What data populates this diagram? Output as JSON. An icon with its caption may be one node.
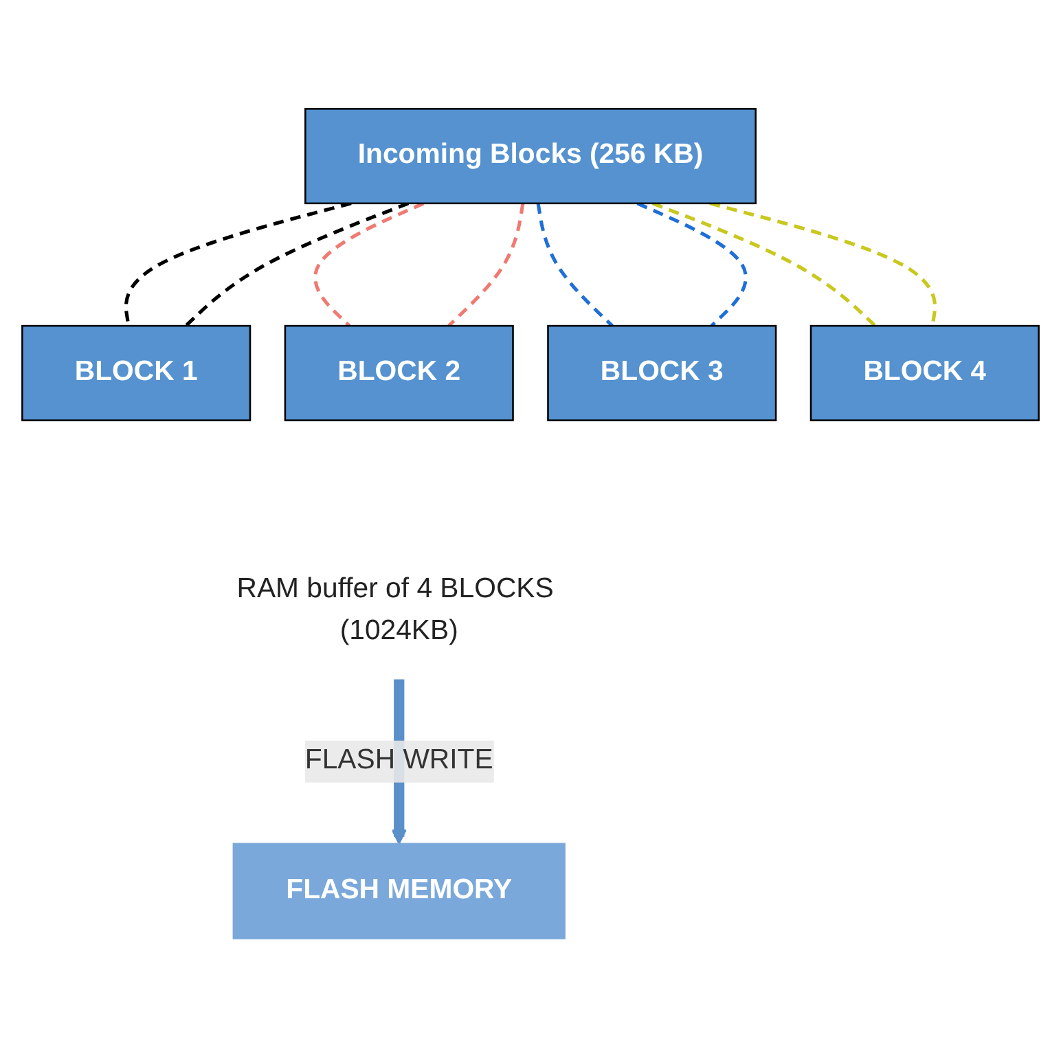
{
  "diagram": {
    "nodes": [
      {
        "text": [
          "Incoming Blocks (256 KB)"
        ]
      },
      {
        "text": [
          "BLOCK 1"
        ]
      },
      {
        "text": [
          "BLOCK 2"
        ]
      },
      {
        "text": [
          "BLOCK 3"
        ]
      },
      {
        "text": [
          "BLOCK 4"
        ]
      },
      {
        "text": [
          "RAM buffer of 4 BLOCKS (1024KB)"
        ]
      },
      {
        "text": [
          "FLASH MEMORY"
        ]
      }
    ],
    "edges": [
      {
        "from": 0,
        "to": 1,
        "arrow": "none",
        "style": "dashed",
        "color": "#000000"
      },
      {
        "from": 0,
        "to": 1,
        "arrow": "none",
        "style": "dashed",
        "color": "#000000"
      },
      {
        "from": 0,
        "to": 2,
        "arrow": "none",
        "style": "dashed",
        "color": "#f07a72"
      },
      {
        "from": 0,
        "to": 2,
        "arrow": "none",
        "style": "dashed",
        "color": "#f07a72"
      },
      {
        "from": 0,
        "to": 3,
        "arrow": "none",
        "style": "dashed",
        "color": "#1f6fd6"
      },
      {
        "from": 0,
        "to": 3,
        "arrow": "none",
        "style": "dashed",
        "color": "#1f6fd6"
      },
      {
        "from": 0,
        "to": 4,
        "arrow": "none",
        "style": "dashed",
        "color": "#c8c81e"
      },
      {
        "from": 0,
        "to": 4,
        "arrow": "none",
        "style": "dashed",
        "color": "#c8c81e"
      },
      {
        "from": 5,
        "to": 6,
        "arrow": "to",
        "label": "FLASH WRITE",
        "style": "thick",
        "color": "#5b8fc9"
      }
    ]
  }
}
